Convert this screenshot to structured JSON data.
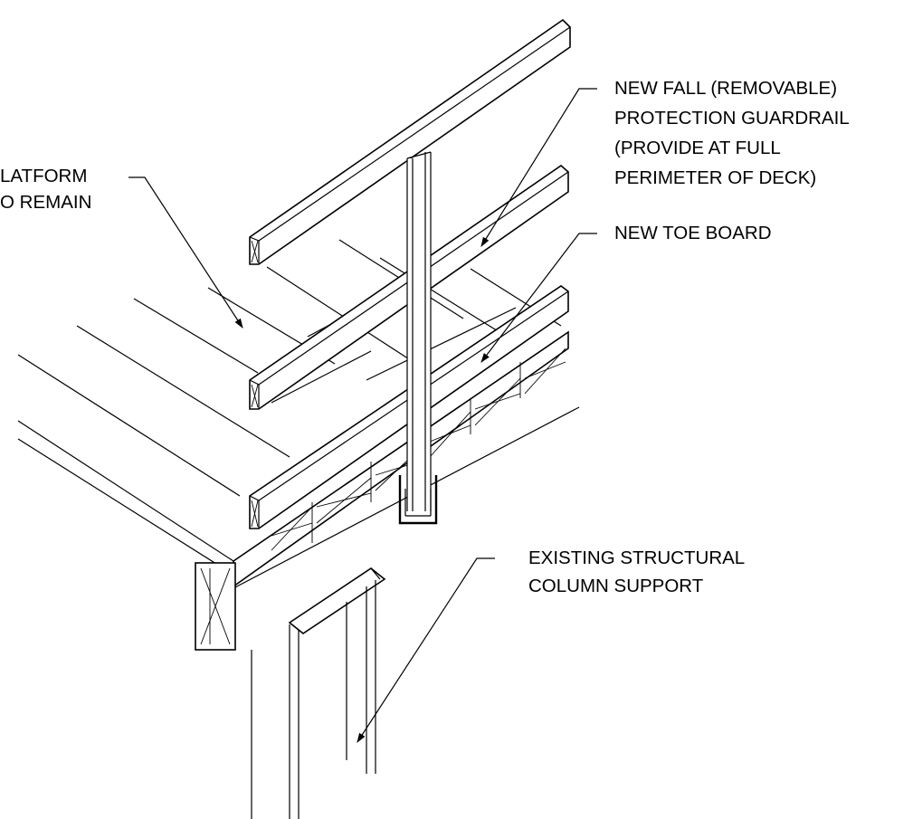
{
  "callouts": {
    "platform": {
      "line1": "LATFORM",
      "line2": "O REMAIN"
    },
    "guardrail": {
      "line1": "NEW FALL (REMOVABLE)",
      "line2": "PROTECTION GUARDRAIL",
      "line3": "(PROVIDE AT FULL",
      "line4": "PERIMETER OF DECK)"
    },
    "toe_board": {
      "line1": "NEW TOE BOARD"
    },
    "column": {
      "line1": "EXISTING STRUCTURAL",
      "line2": "COLUMN SUPPORT"
    }
  }
}
